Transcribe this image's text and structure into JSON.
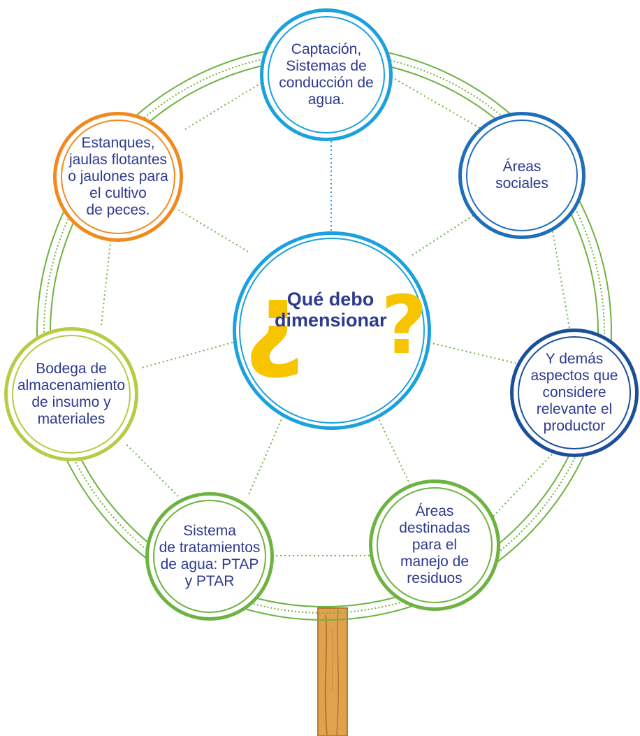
{
  "center": {
    "question_open": "¿",
    "title_line1": "Qué debo",
    "title_line2": "dimensionar",
    "question_close": "?"
  },
  "nodes": [
    {
      "id": "captacion",
      "label": "Captación,\nSistemas de\nconducción de\nagua.",
      "color": "#1ba1dd"
    },
    {
      "id": "areas-sociales",
      "label": "Áreas\nsociales",
      "color": "#1f6fb8"
    },
    {
      "id": "demas-aspectos",
      "label": "Y demás\naspectos que\nconsidere\nrelevante el\nproductor",
      "color": "#1b4f9a"
    },
    {
      "id": "residuos",
      "label": "Áreas\ndestinadas\npara el\nmanejo de\nresiduos",
      "color": "#6db33f"
    },
    {
      "id": "tratamiento",
      "label": "Sistema\nde tratamientos\nde agua: PTAP\ny PTAR",
      "color": "#6db33f"
    },
    {
      "id": "bodega",
      "label": "Bodega de\nalmacenamiento\nde insumo y\nmateriales",
      "color": "#b5cc43"
    },
    {
      "id": "estanques",
      "label": "Estanques,\njaulas flotantes\no jaulones para\nel cultivo\nde peces.",
      "color": "#f08a1e"
    }
  ],
  "colors": {
    "rim": "#6db33f",
    "spoke": "#6db33f",
    "stick": "#e0a24e",
    "stick_dark": "#b87a2a",
    "text": "#2e3a8c",
    "accent": "#f6c500"
  }
}
